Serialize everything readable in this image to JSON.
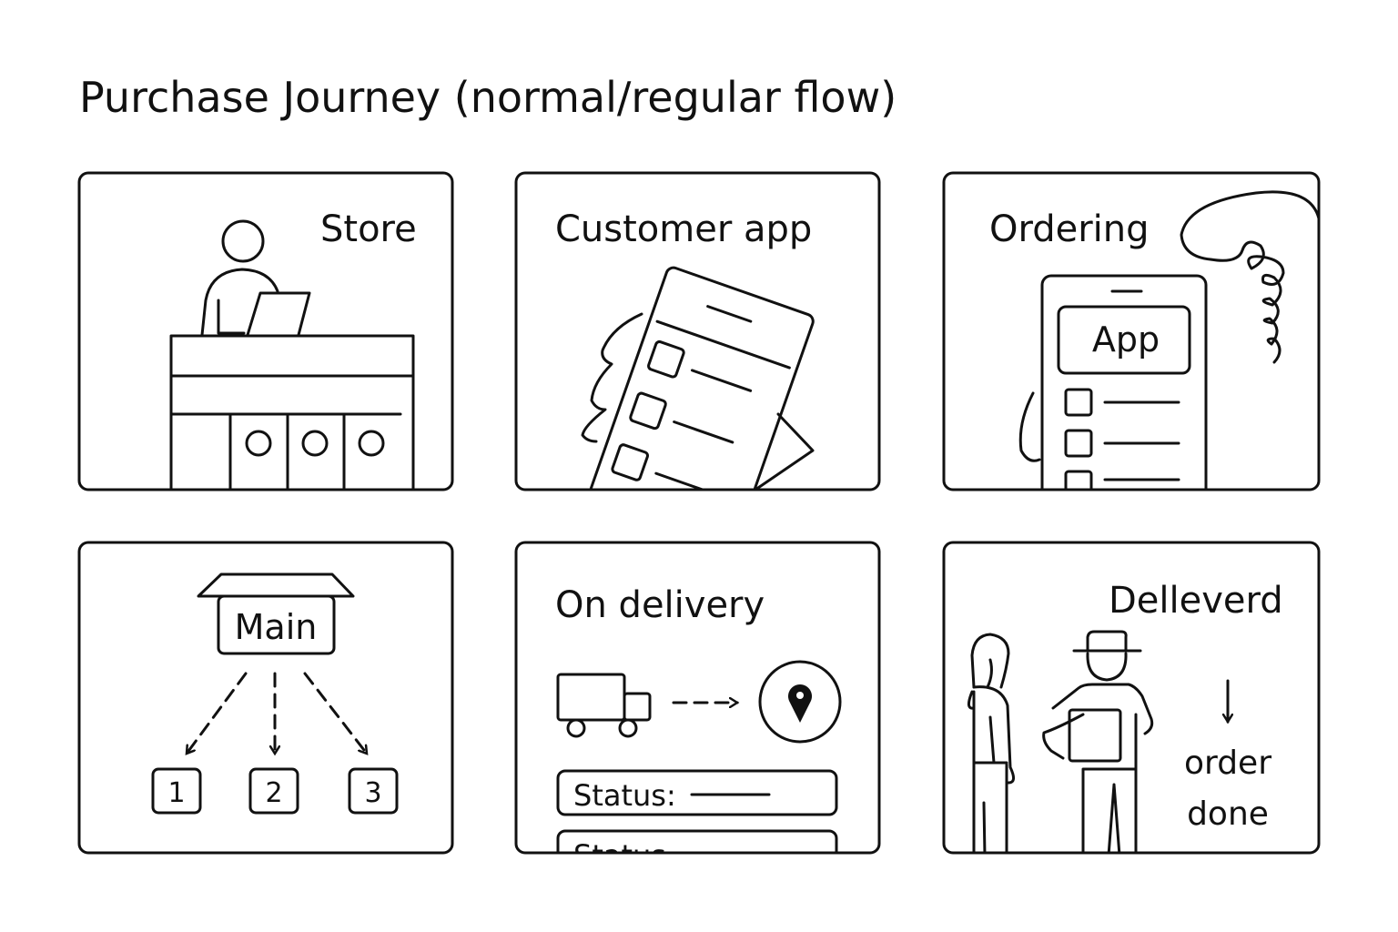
{
  "title": "Purchase Journey (normal/regular flow)",
  "panels": [
    {
      "label": "Store"
    },
    {
      "label": "Customer app"
    },
    {
      "label": "Ordering",
      "button": "App"
    },
    {
      "label": "Main",
      "branches": [
        "1",
        "2",
        "3"
      ]
    },
    {
      "label": "On delivery",
      "status_rows": [
        "Status:",
        "Status"
      ]
    },
    {
      "label": "Delleverd",
      "note_line1": "order",
      "note_line2": "done"
    }
  ],
  "colors": {
    "ink": "#111111",
    "background": "#ffffff"
  }
}
